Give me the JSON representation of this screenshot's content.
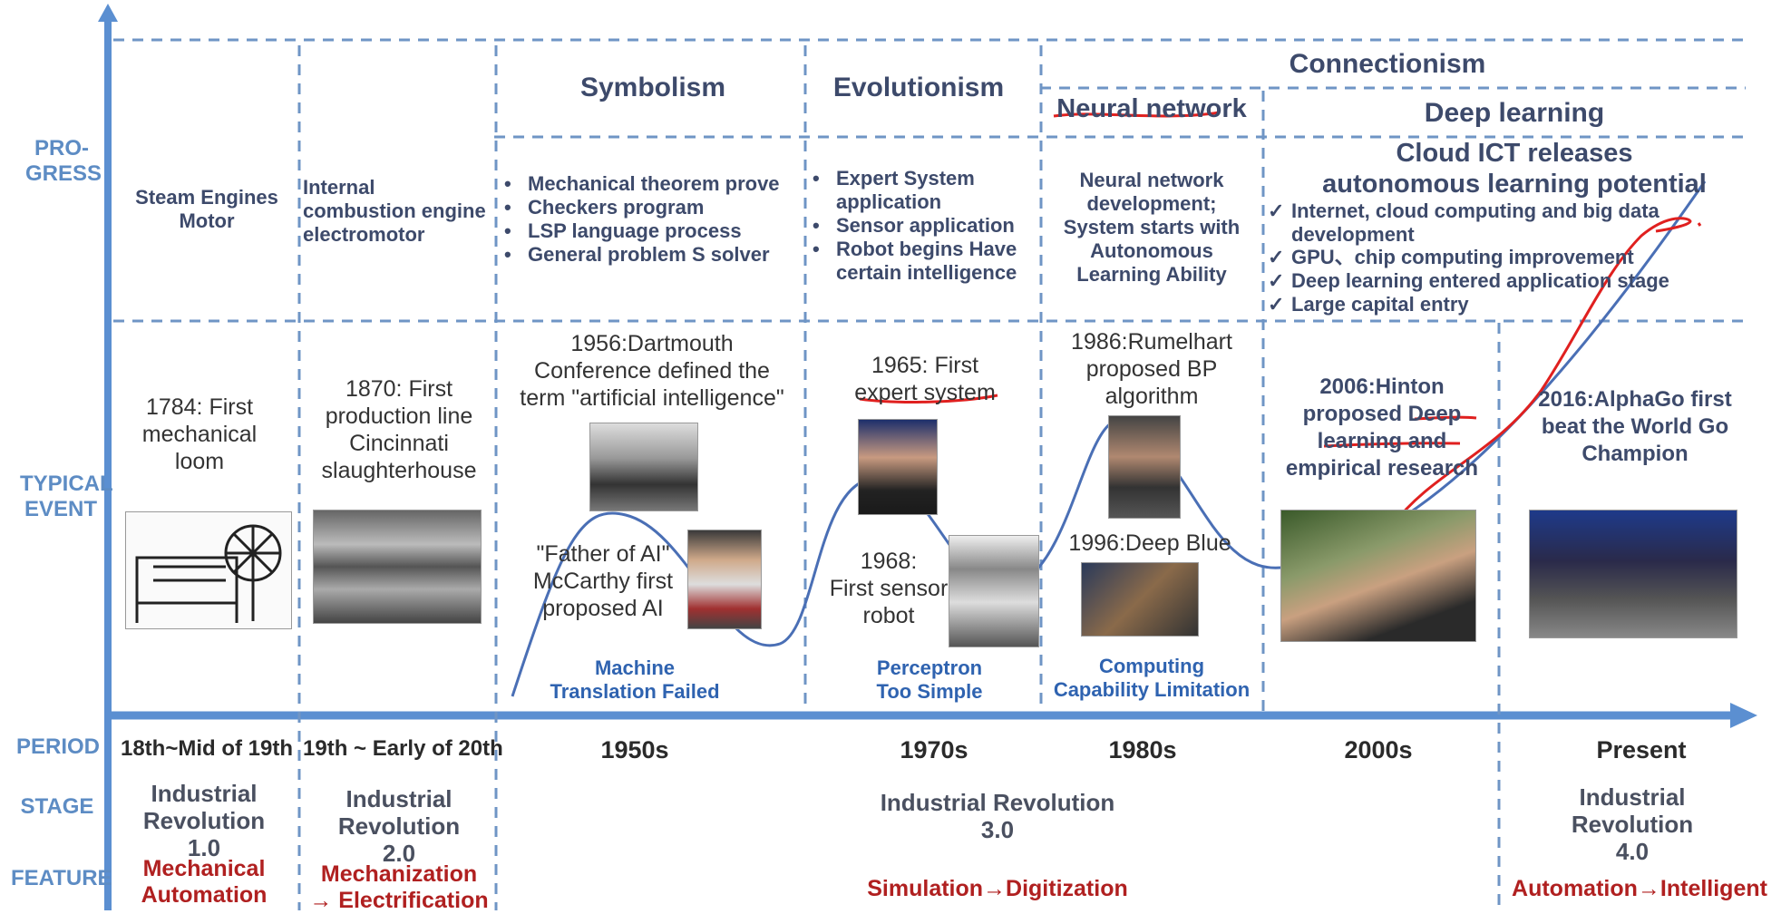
{
  "row_labels": {
    "progress": "PRO-\nGRESS",
    "typical_event": "TYPICAL\nEVENT",
    "period": "PERIOD",
    "stage": "STAGE",
    "feature": "FEATURE"
  },
  "headers": {
    "symbolism": "Symbolism",
    "evolutionism": "Evolutionism",
    "connectionism": "Connectionism",
    "neural_network": "Neural network",
    "deep_learning": "Deep learning"
  },
  "progress": {
    "steam": "Steam Engines\nMotor",
    "internal": "Internal\ncombustion engine\nelectromotor",
    "symbolism_items": [
      "Mechanical theorem prove",
      "Checkers program",
      "LSP language process",
      "General problem S solver"
    ],
    "evolutionism_items": [
      "Expert System application",
      "Sensor application",
      "Robot begins Have certain intelligence"
    ],
    "neural": "Neural network\ndevelopment;\nSystem starts with\nAutonomous\nLearning Ability",
    "cloud_title": "Cloud ICT releases\nautonomous learning potential",
    "cloud_items": [
      "Internet, cloud computing and big data\ndevelopment",
      "GPU、chip computing improvement",
      "Deep learning entered application stage",
      "Large capital entry"
    ],
    "bullet": "•",
    "check": "✓"
  },
  "events": {
    "e1784": "1784: First\nmechanical\nloom",
    "e1870": "1870: First\nproduction line\nCincinnati\nslaughterhouse",
    "e1956": "1956:Dartmouth\nConference defined the\nterm \"artificial intelligence\"",
    "mccarthy": "\"Father of AI\"\nMcCarthy first\nproposed AI",
    "e1965_line1": "1965: First",
    "e1965_line2": "expert system",
    "e1968": "1968:\nFirst sensor\nrobot",
    "e1986": "1986:Rumelhart\nproposed BP\nalgorithm",
    "e1996": "1996:Deep Blue",
    "e2006": "2006:Hinton\nproposed Deep\nlearning and\nempirical research",
    "e2016": "2016:AlphaGo first\nbeat the World  Go\nChampion"
  },
  "setbacks": {
    "machine_translation": "Machine\nTranslation Failed",
    "perceptron": "Perceptron\nToo Simple",
    "computing": "Computing\nCapability Limitation"
  },
  "periods": {
    "p1": "18th~Mid of 19th",
    "p2": "19th ~ Early of 20th",
    "p3": "1950s",
    "p4": "1970s",
    "p5": "1980s",
    "p6": "2000s",
    "p7": "Present"
  },
  "stages": {
    "ir1": "Industrial\nRevolution\n1.0",
    "ir2": "Industrial\nRevolution\n2.0",
    "ir3": "Industrial Revolution\n3.0",
    "ir4": "Industrial\nRevolution\n4.0"
  },
  "features": {
    "f1": "Mechanical\nAutomation",
    "f2": "Mechanization\n→ Electrification",
    "f3": "Simulation→Digitization",
    "f4": "Automation→Intelligent"
  },
  "colors": {
    "axis": "#5b8fd1",
    "dash": "#6f95c5",
    "curve": "#4a6fb5",
    "annotation": "#e0201f"
  }
}
